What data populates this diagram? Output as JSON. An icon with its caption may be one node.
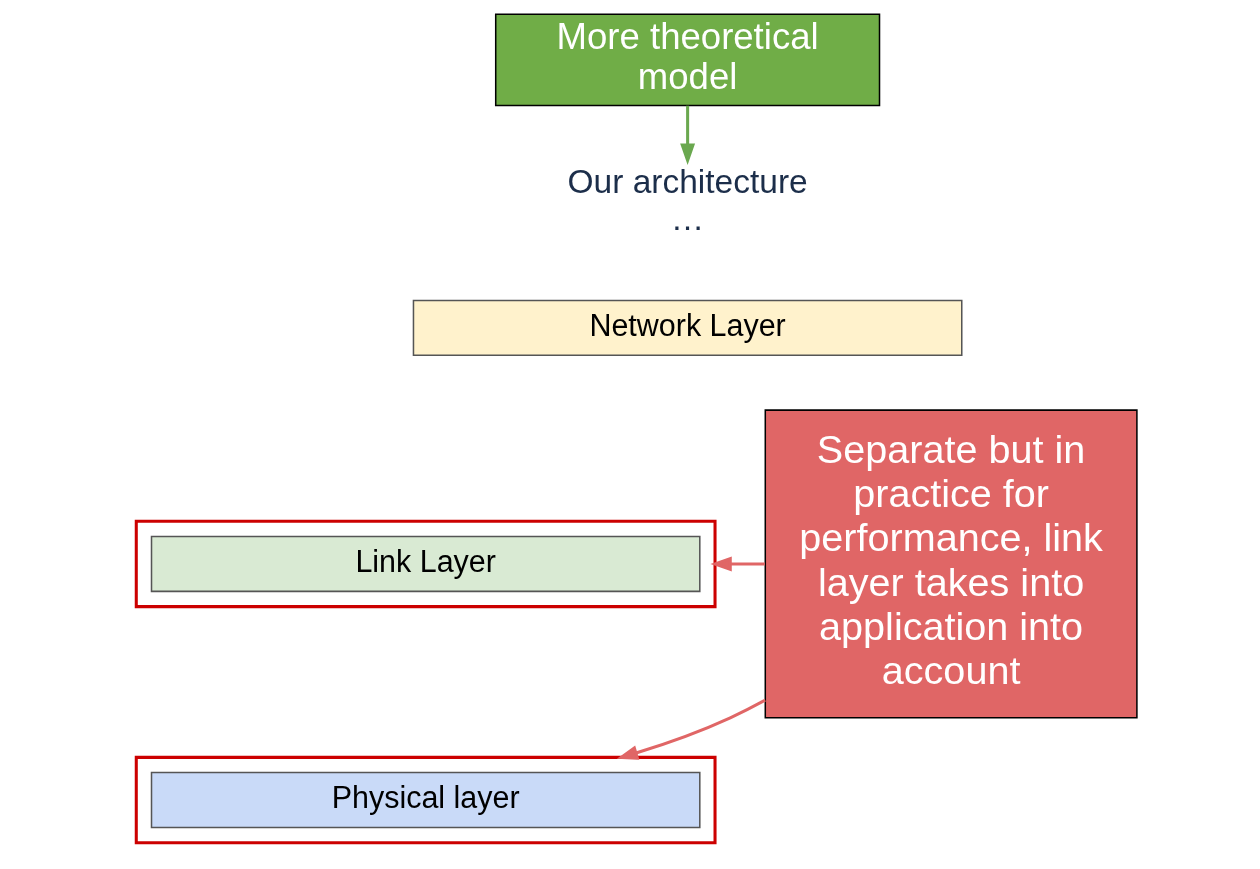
{
  "diagram": {
    "nodes": [
      {
        "text": [
          "More theoretical model"
        ]
      },
      {
        "text": [
          "Our architecture",
          "…"
        ]
      },
      {
        "text": [
          "Network Layer"
        ]
      },
      {
        "text": [],
        "shape": "box"
      },
      {
        "text": [
          "Link Layer"
        ],
        "in": 3
      },
      {
        "text": [],
        "shape": "box"
      },
      {
        "text": [
          "Physical layer"
        ],
        "in": 5
      },
      {
        "text": [
          "Separate but in practice for performance, link layer takes into application into account"
        ]
      }
    ],
    "edges": [
      {
        "from": 0,
        "to": 1,
        "arrow": "to",
        "color": "#6aa84f"
      },
      {
        "from": 7,
        "to": 3,
        "arrow": "to",
        "color": "#e06666"
      },
      {
        "from": 7,
        "to": 5,
        "arrow": "to",
        "color": "#e06666"
      }
    ]
  }
}
